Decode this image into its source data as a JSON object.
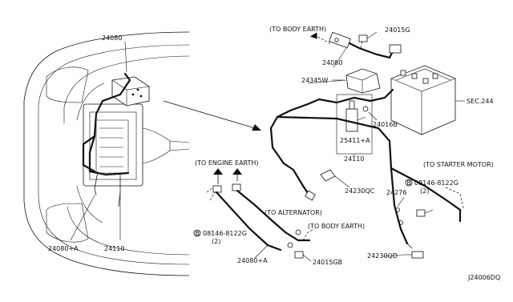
{
  "labels": {
    "part_24080_top": "24080",
    "to_body_earth_top": "(TO BODY EARTH)",
    "part_24015G": "24015G",
    "part_24080_mid": "24080",
    "part_24345W": "24345W",
    "part_24016B": "24016B",
    "part_25411A": "25411+A",
    "part_24110_right": "24110",
    "sec_244": "SEC.244",
    "to_engine_earth": "(TO ENGINE EARTH)",
    "to_starter_motor": "(TO STARTER MOTOR)",
    "part_24230QC": "24230QC",
    "bolt_08146_right": "08146-8122G",
    "bolt_qty_right": "(2)",
    "part_24276": "24276",
    "to_alternator": "(TO ALTERNATOR)",
    "bolt_08146_left": "08146-8122G",
    "bolt_qty_left": "(2)",
    "to_body_earth_bottom": "(TO BODY EARTH)",
    "part_24080A_bottom": "24080+A",
    "part_24015GB": "24015GB",
    "part_24230QD": "24230QD",
    "part_24080A_left": "24080+A",
    "part_24110_left": "24110",
    "diagram_code": "J24006DQ",
    "bolt_marker": "B"
  }
}
